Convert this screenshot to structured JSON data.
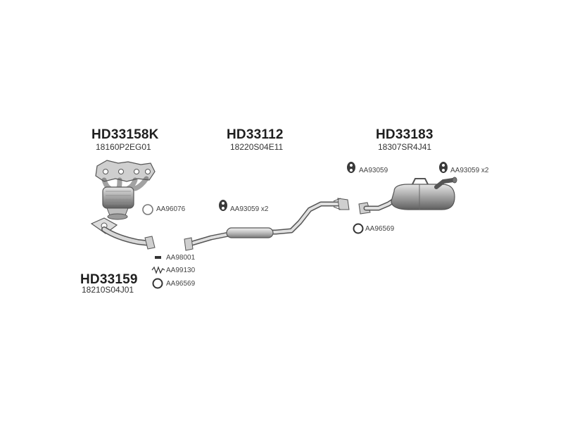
{
  "groups": {
    "manifold": {
      "code": "HD33158K",
      "oem": "18160P2EG01"
    },
    "middle": {
      "code": "HD33112",
      "oem": "18220S04E11"
    },
    "rear": {
      "code": "HD33183",
      "oem": "18307SR4J41"
    },
    "front_pipe": {
      "code": "HD33159",
      "oem": "18210S04J01"
    }
  },
  "accessories": {
    "gasket_manifold": "AA96076",
    "hanger_middle": "AA93059 x2",
    "hanger_rear_left": "AA93059",
    "hanger_rear_right": "AA93059 x2",
    "ring_rear": "AA96569",
    "bolt_front": "AA98001",
    "spring_front": "AA99130",
    "ring_front": "AA96569"
  },
  "colors": {
    "line": "#555555",
    "fill_light": "#d9d9d9",
    "fill_mid": "#a8a8a8",
    "fill_dark": "#6e6e6e"
  }
}
